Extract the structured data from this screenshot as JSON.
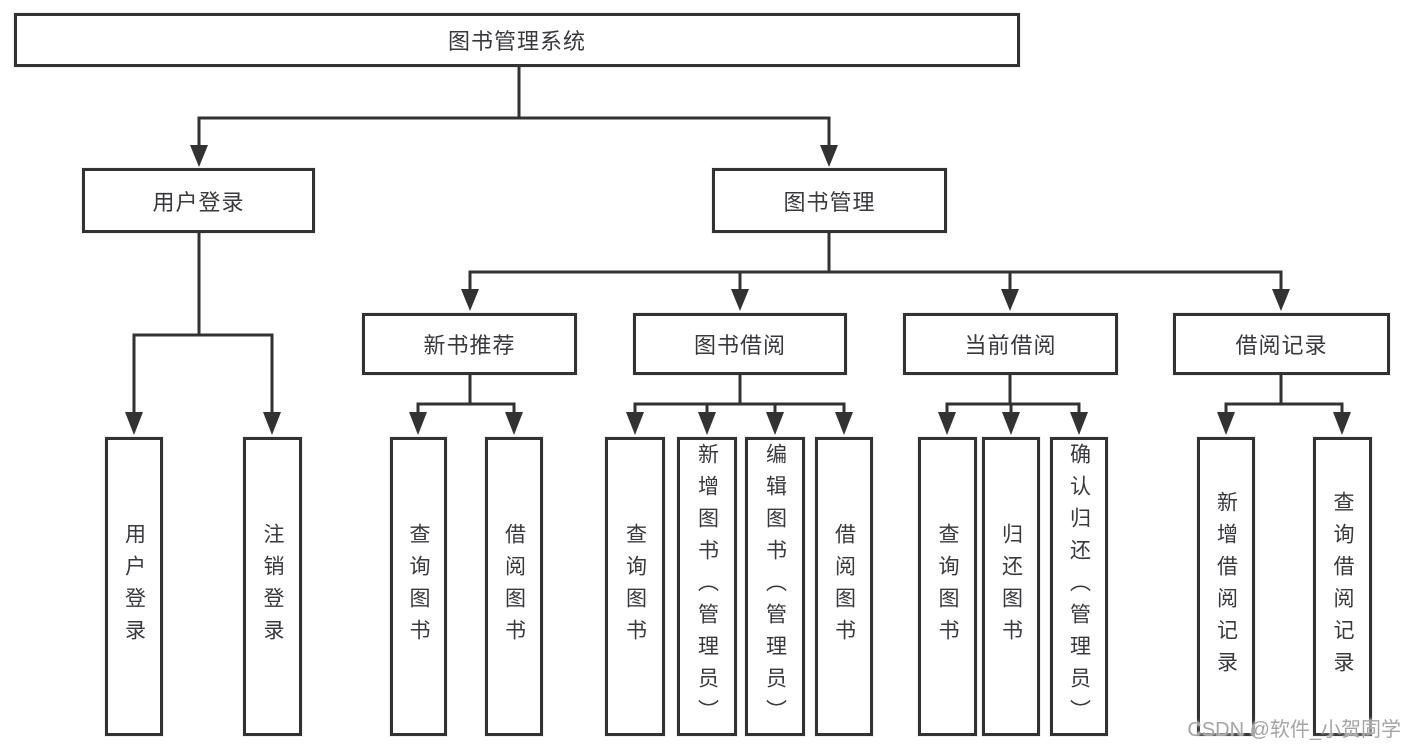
{
  "title": "图书管理系统",
  "tree": {
    "root": {
      "label": "图书管理系统"
    },
    "branches": [
      {
        "label": "用户登录",
        "children": [
          "用户登录",
          "注销登录"
        ]
      },
      {
        "label": "图书管理",
        "children": [
          {
            "label": "新书推荐",
            "children": [
              "查询图书",
              "借阅图书"
            ]
          },
          {
            "label": "图书借阅",
            "children": [
              "查询图书",
              "新增图书（管理员）",
              "编辑图书（管理员）",
              "借阅图书"
            ]
          },
          {
            "label": "当前借阅",
            "children": [
              "查询图书",
              "归还图书",
              "确认归还（管理员）"
            ]
          },
          {
            "label": "借阅记录",
            "children": [
              "新增借阅记录",
              "查询借阅记录"
            ]
          }
        ]
      }
    ]
  },
  "watermark": "CSDN @软件_小贺同学",
  "colors": {
    "line": "#323232",
    "box_border": "#323232",
    "box_fill": "#ffffff",
    "text": "#38393d",
    "watermark": "#a5a5a5",
    "background": "#ffffff"
  }
}
